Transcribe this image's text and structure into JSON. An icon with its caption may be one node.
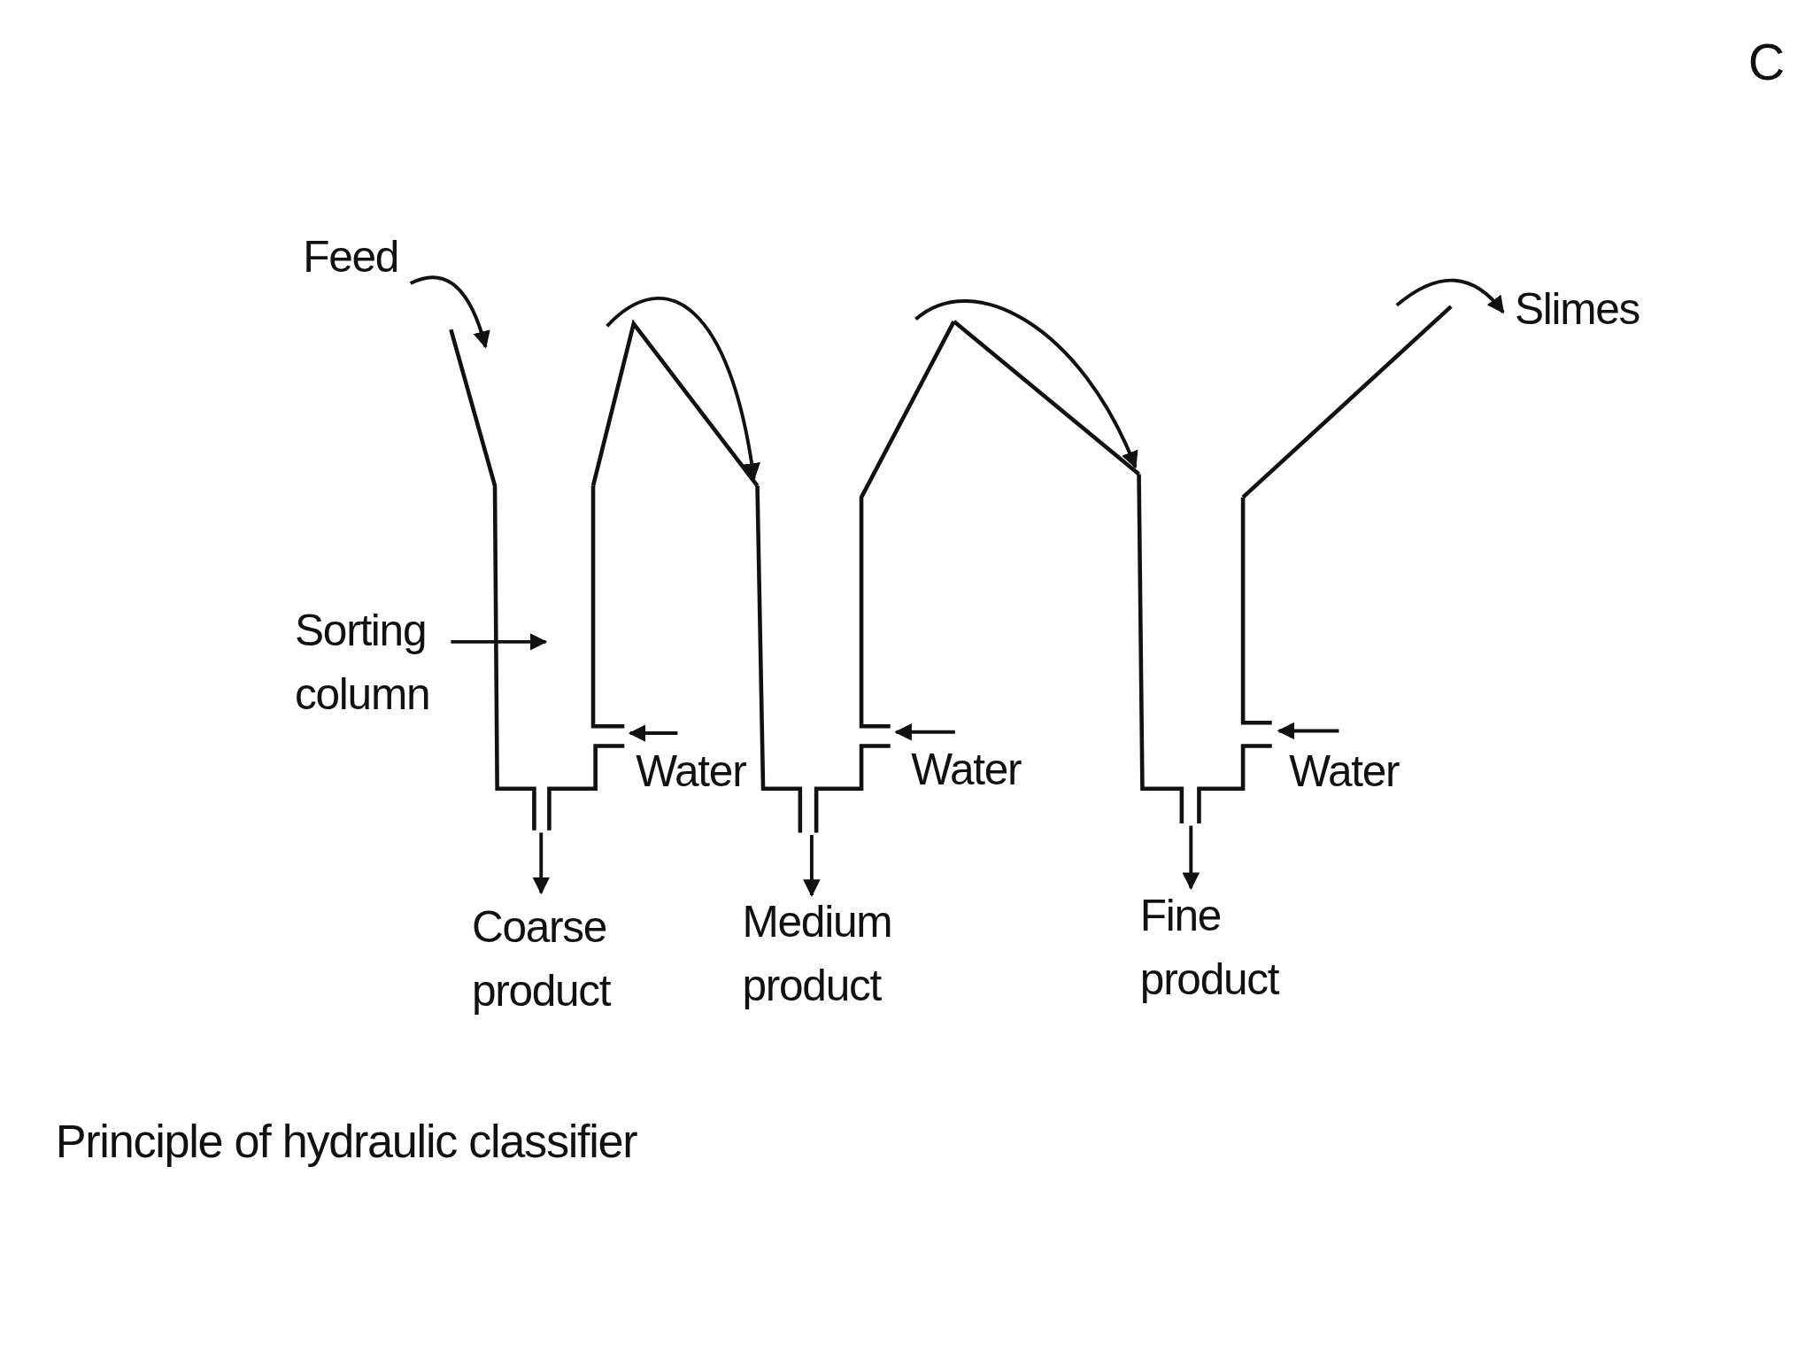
{
  "diagram": {
    "caption": "Principle of hydraulic classifier",
    "nodes": [
      {
        "text": [
          "Feed"
        ]
      },
      {
        "text": [],
        "shape": "column"
      },
      {
        "text": [],
        "shape": "column"
      },
      {
        "text": [],
        "shape": "column"
      },
      {
        "text": [
          "Slimes"
        ]
      },
      {
        "text": [
          "Sorting column"
        ]
      },
      {
        "text": [
          "Water"
        ]
      },
      {
        "text": [
          "Water"
        ]
      },
      {
        "text": [
          "Water"
        ]
      },
      {
        "text": [
          "Coarse product"
        ]
      },
      {
        "text": [
          "Medium product"
        ]
      },
      {
        "text": [
          "Fine product"
        ]
      }
    ],
    "edges": [
      {
        "from": 0,
        "to": 1,
        "arrow": "to"
      },
      {
        "from": 1,
        "to": 2,
        "arrow": "to"
      },
      {
        "from": 2,
        "to": 3,
        "arrow": "to"
      },
      {
        "from": 3,
        "to": 4,
        "arrow": "to"
      },
      {
        "from": 5,
        "to": 1,
        "arrow": "to"
      },
      {
        "from": 6,
        "to": 1,
        "arrow": "to"
      },
      {
        "from": 7,
        "to": 2,
        "arrow": "to"
      },
      {
        "from": 8,
        "to": 3,
        "arrow": "to"
      },
      {
        "from": 1,
        "to": 9,
        "arrow": "to"
      },
      {
        "from": 2,
        "to": 10,
        "arrow": "to"
      },
      {
        "from": 3,
        "to": 11,
        "arrow": "to"
      }
    ],
    "labels": [
      "C"
    ]
  }
}
